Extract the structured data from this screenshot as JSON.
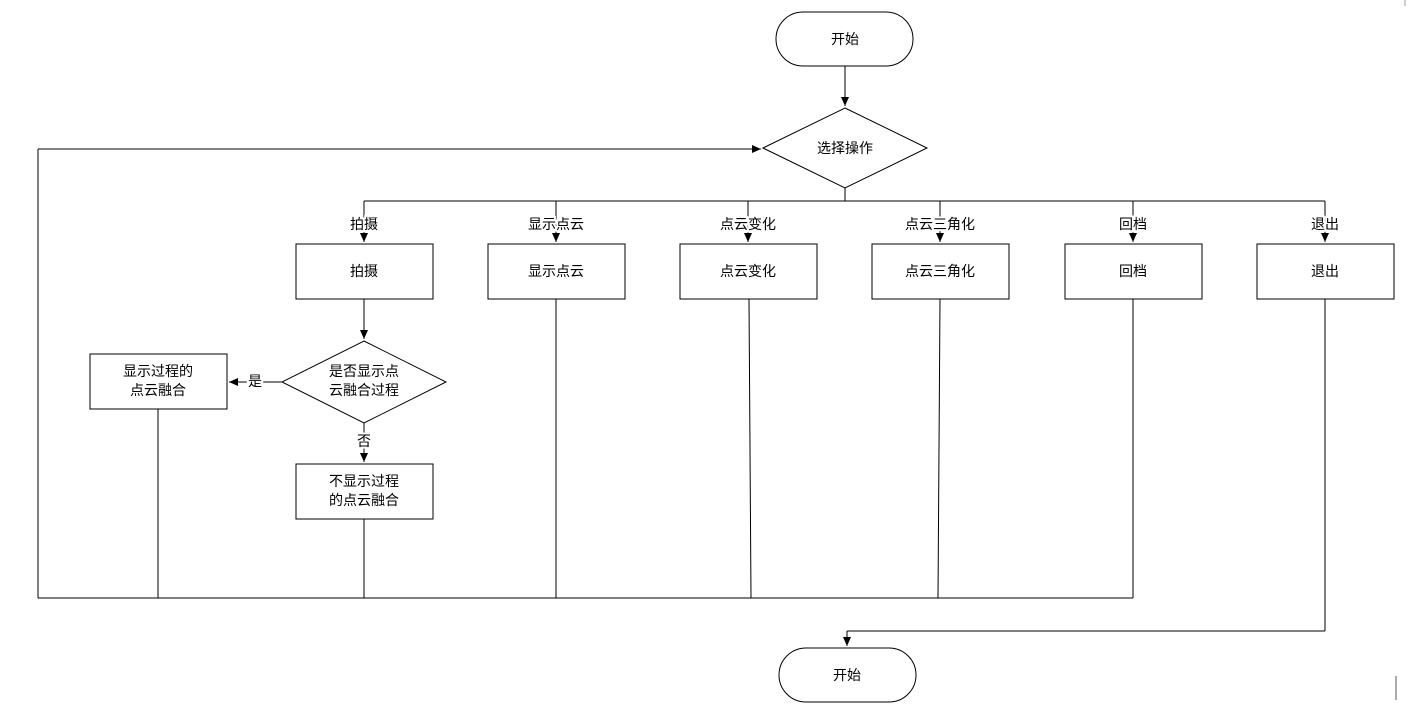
{
  "diagram": {
    "start": {
      "label": "开始"
    },
    "end": {
      "label": "开始"
    },
    "decision_main": {
      "label": "选择操作"
    },
    "branches": [
      {
        "id": "shoot",
        "branch_label": "拍摄",
        "box_label": "拍摄"
      },
      {
        "id": "show-cloud",
        "branch_label": "显示点云",
        "box_label": "显示点云"
      },
      {
        "id": "transform",
        "branch_label": "点云变化",
        "box_label": "点云变化"
      },
      {
        "id": "triangulate",
        "branch_label": "点云三角化",
        "box_label": "点云三角化"
      },
      {
        "id": "rollback",
        "branch_label": "回档",
        "box_label": "回档"
      },
      {
        "id": "exit",
        "branch_label": "退出",
        "box_label": "退出"
      }
    ],
    "decision_fusion": {
      "line1": "是否显示点",
      "line2": "云融合过程"
    },
    "yes_label": "是",
    "no_label": "否",
    "box_show_process": {
      "line1": "显示过程的",
      "line2": "点云融合"
    },
    "box_hide_process": {
      "line1": "不显示过程",
      "line2": "的点云融合"
    },
    "colors": {
      "stroke": "#000000",
      "fill": "#ffffff"
    }
  }
}
